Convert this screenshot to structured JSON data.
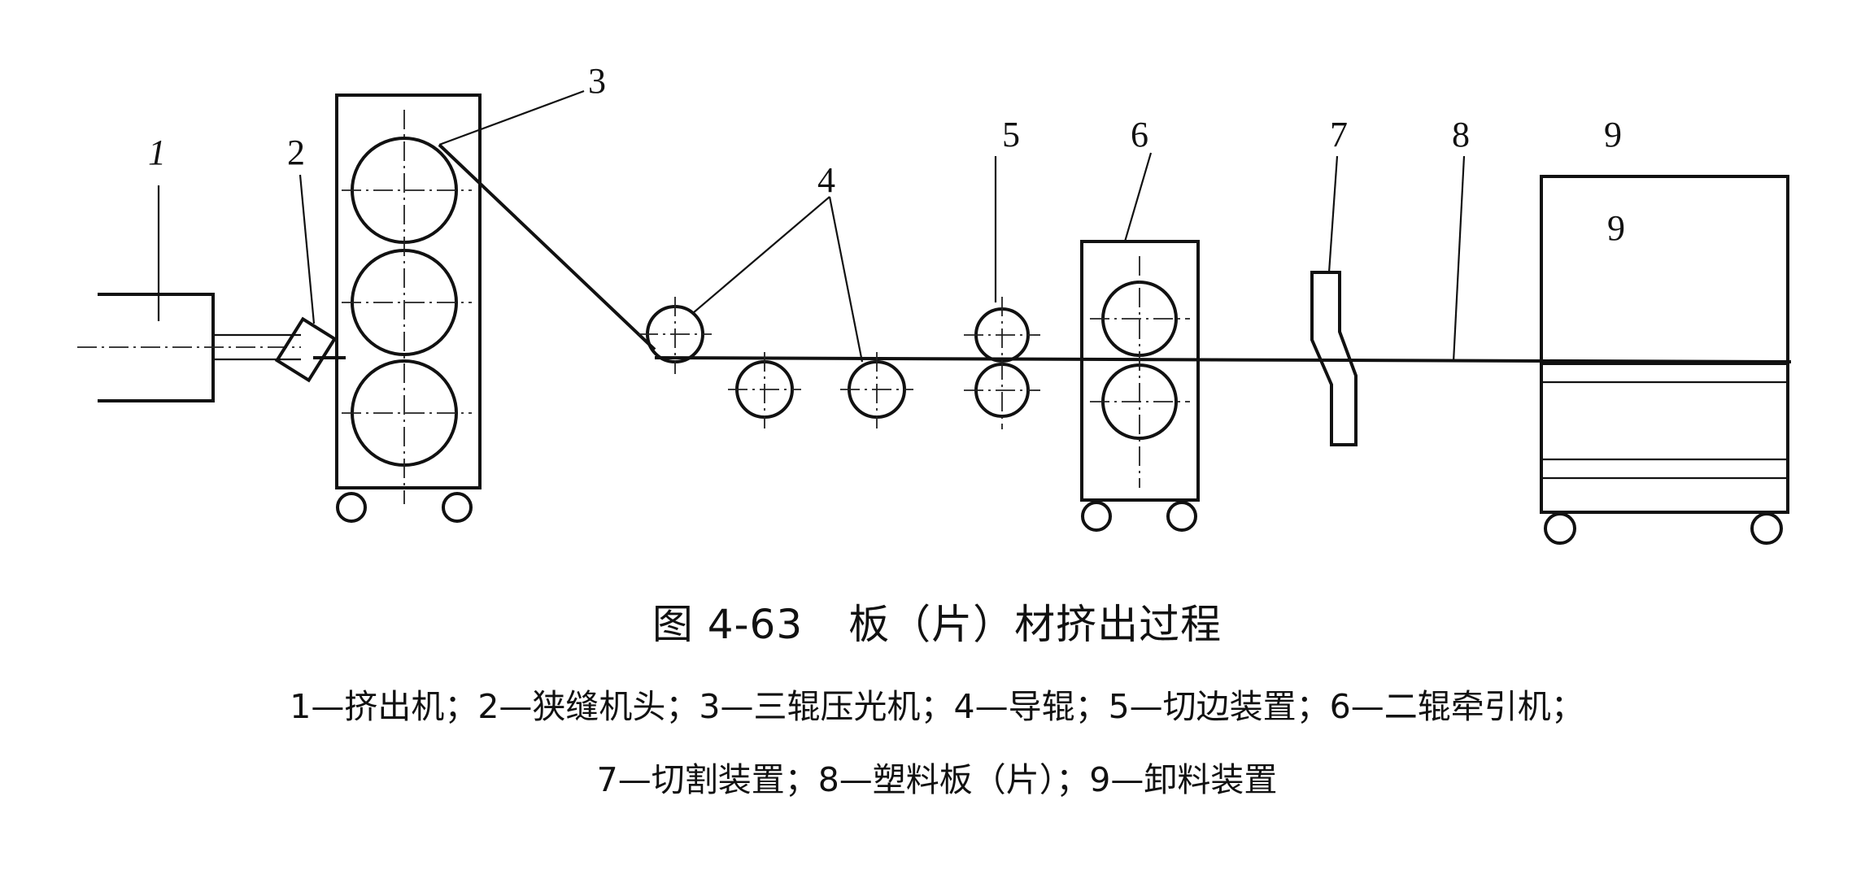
{
  "figure": {
    "number": "图 4-63",
    "title": "板（片）材挤出过程"
  },
  "callouts": [
    "1",
    "2",
    "3",
    "4",
    "5",
    "6",
    "7",
    "8",
    "9"
  ],
  "legend": {
    "line1": "1—挤出机；2—狭缝机头；3—三辊压光机；4—导辊；5—切边装置；6—二辊牵引机；",
    "line2": "7—切割装置；8—塑料板（片）；9—卸料装置"
  }
}
